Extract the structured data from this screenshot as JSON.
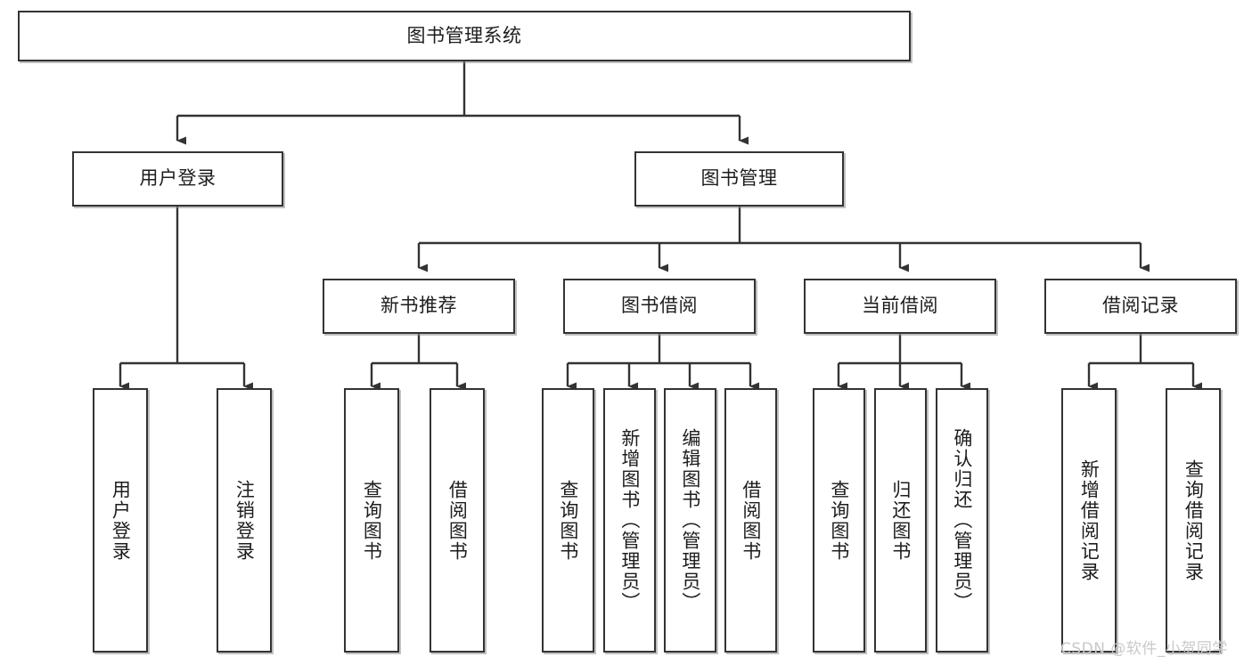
{
  "diagram": {
    "title": "图书管理系统",
    "type": "tree-hierarchy",
    "watermark": "CSDN @软件_小贺同学",
    "colors": {
      "box_border": "#333333",
      "box_fill": "#ffffff",
      "connector": "#333333",
      "text": "#1d1d1d",
      "watermark": "#c9c9c9"
    },
    "nodes": {
      "root": {
        "label": "图书管理系统"
      },
      "level2": [
        {
          "label": "用户登录"
        },
        {
          "label": "图书管理"
        }
      ],
      "level3": [
        {
          "label": "新书推荐"
        },
        {
          "label": "图书借阅"
        },
        {
          "label": "当前借阅"
        },
        {
          "label": "借阅记录"
        }
      ],
      "leaves_user_login": [
        {
          "label": "用户登录"
        },
        {
          "label": "注销登录"
        }
      ],
      "leaves_new_book": [
        {
          "label": "查询图书"
        },
        {
          "label": "借阅图书"
        }
      ],
      "leaves_borrow": [
        {
          "label": "查询图书"
        },
        {
          "label": "新增图书（管理员）"
        },
        {
          "label": "编辑图书（管理员）"
        },
        {
          "label": "借阅图书"
        }
      ],
      "leaves_current": [
        {
          "label": "查询图书"
        },
        {
          "label": "归还图书"
        },
        {
          "label": "确认归还（管理员）"
        }
      ],
      "leaves_record": [
        {
          "label": "新增借阅记录"
        },
        {
          "label": "查询借阅记录"
        }
      ]
    }
  }
}
